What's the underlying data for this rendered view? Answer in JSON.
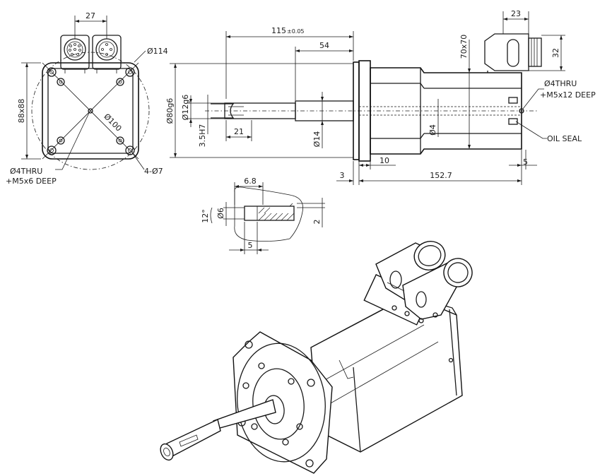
{
  "front_view": {
    "dim_27": "27",
    "dim_114": "Ø114",
    "dim_88": "88x88",
    "dim_100": "Ø100",
    "hole_note": "4-Ø7",
    "tap_note_1": "Ø4THRU",
    "tap_note_2": "+M5x6 DEEP"
  },
  "side_view": {
    "dim_115": "115",
    "dim_115_tol": "±0.05",
    "dim_54": "54",
    "dim_80": "Ø80g6",
    "dim_12": "Ø12g6",
    "dim_35": "3.5H7",
    "dim_21": "21",
    "dim_14": "Ø14",
    "dim_4": "Ø4",
    "dim_70": "70x70",
    "dim_23": "23",
    "dim_32": "32",
    "dim_3": "3",
    "dim_10": "10",
    "dim_152": "152.7",
    "dim_5": "5",
    "tap_note_1": "Ø4THRU",
    "tap_note_2": "+M5x12 DEEP",
    "oil_seal": "OIL SEAL"
  },
  "detail_view": {
    "dim_68": "6.8",
    "dim_12deg": "12°",
    "dim_6": "Ø6",
    "dim_2": "2",
    "dim_5": "5"
  }
}
